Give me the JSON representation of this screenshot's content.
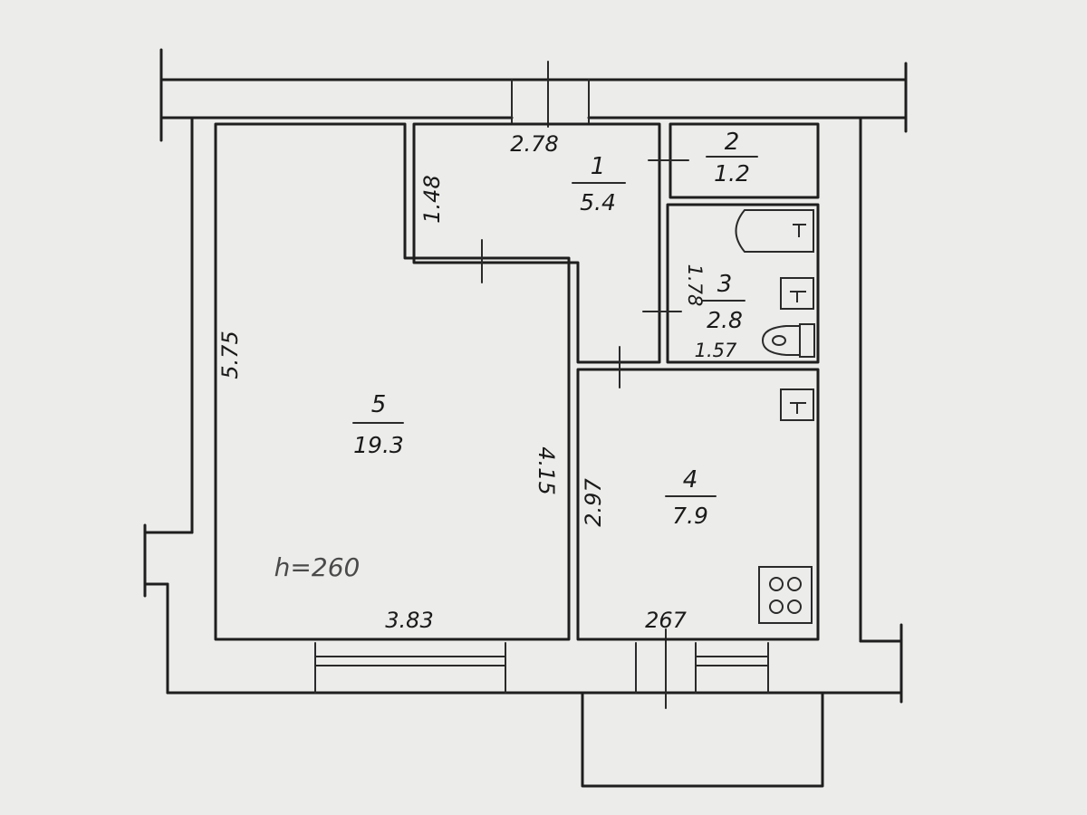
{
  "rooms": [
    {
      "number": "1",
      "area": "5.4"
    },
    {
      "number": "2",
      "area": "1.2"
    },
    {
      "number": "3",
      "area": "2.8"
    },
    {
      "number": "4",
      "area": "7.9"
    },
    {
      "number": "5",
      "area": "19.3"
    }
  ],
  "dimensions": {
    "room1_width": "2.78",
    "room1_height": "1.48",
    "room3_height": "1.78",
    "room3_width": "1.57",
    "room5_height": "5.75",
    "room5_width": "3.83",
    "room5_inner": "4.15",
    "room4_height": "2.97",
    "room4_width": "267"
  },
  "ceiling_height": "h=260"
}
